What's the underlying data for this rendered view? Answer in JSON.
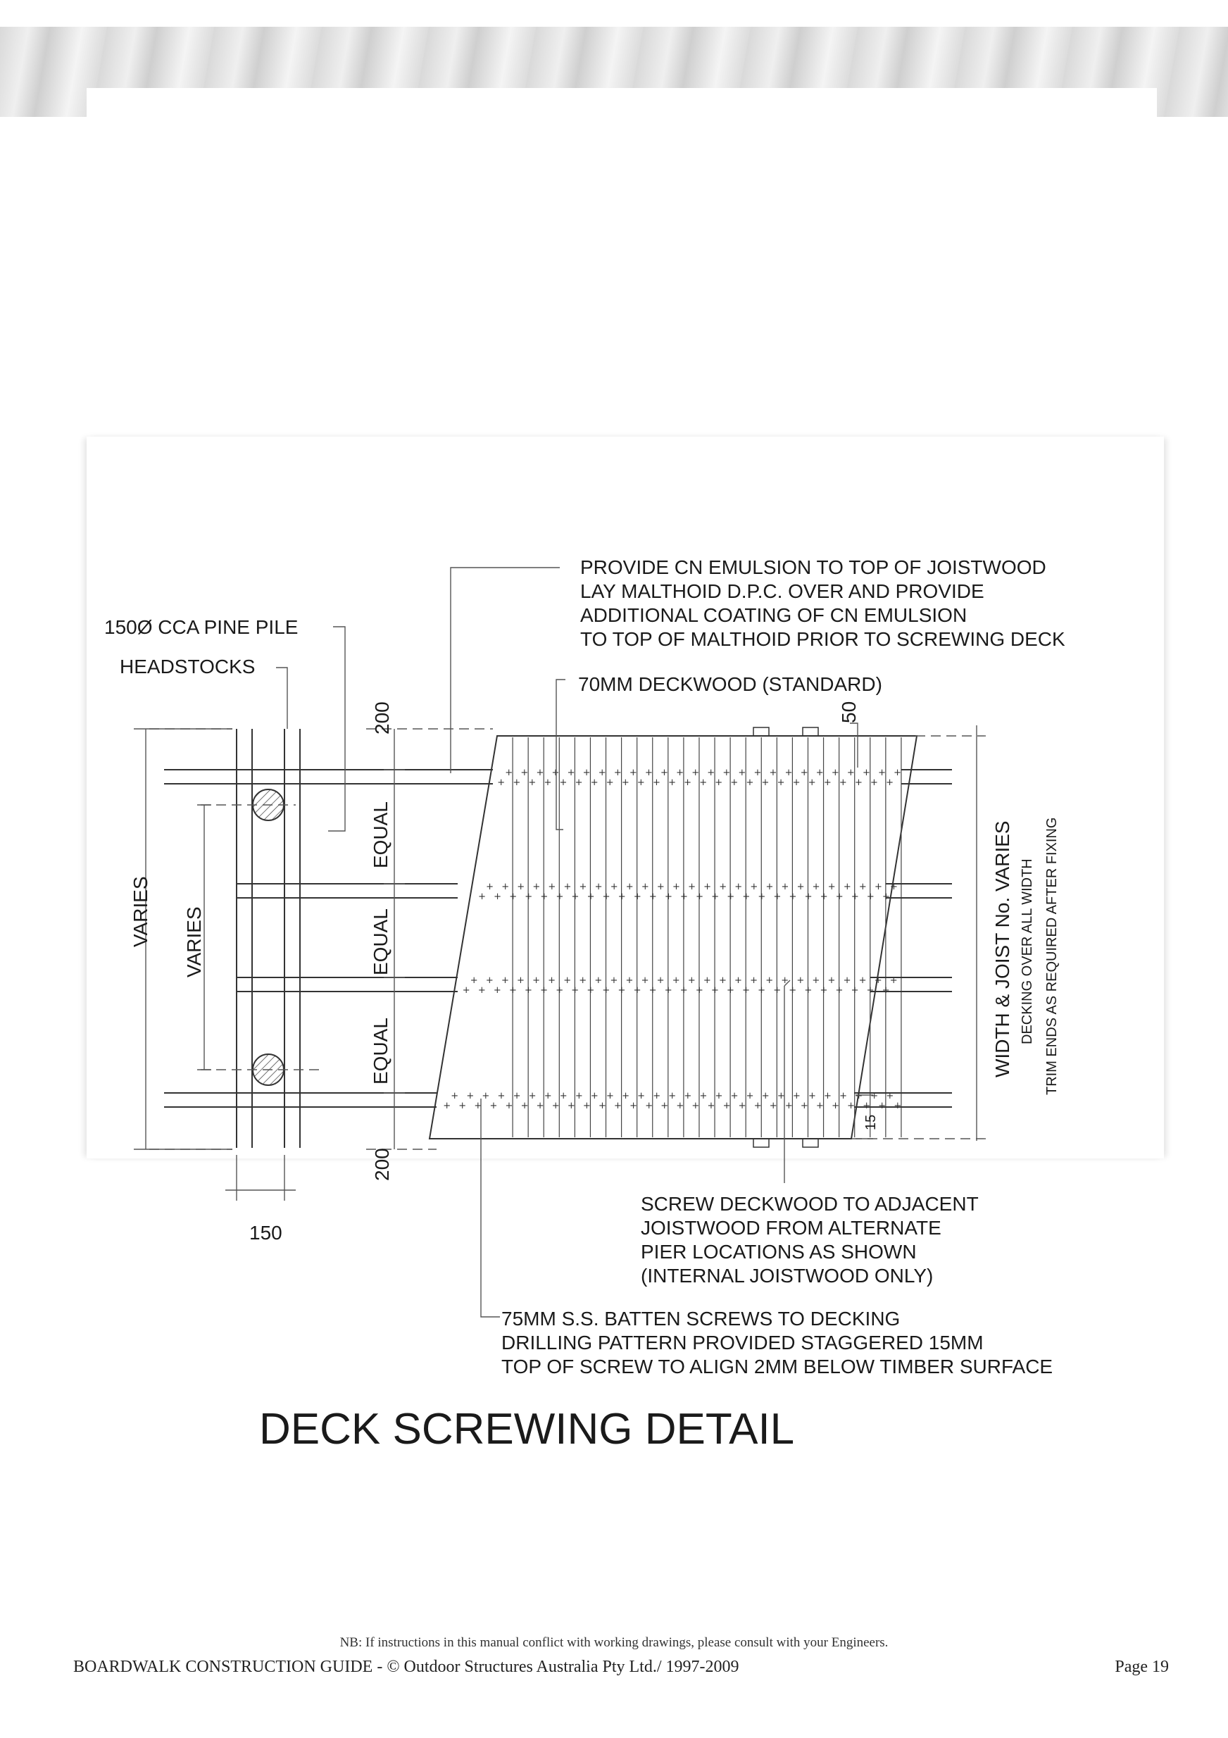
{
  "labels": {
    "pile": "150Ø CCA PINE PILE",
    "headstocks": "HEADSTOCKS",
    "emulsion": [
      "PROVIDE CN EMULSION TO TOP OF JOISTWOOD",
      "LAY MALTHOID D.P.C. OVER AND PROVIDE",
      "ADDITIONAL COATING OF CN EMULSION",
      "TO TOP OF MALTHOID PRIOR TO SCREWING DECK"
    ],
    "deckwood": "70MM DECKWOOD (STANDARD)",
    "screw_note": [
      "SCREW DECKWOOD TO ADJACENT",
      "JOISTWOOD FROM ALTERNATE",
      "PIER LOCATIONS AS SHOWN",
      "(INTERNAL JOISTWOOD ONLY)"
    ],
    "batten_note": [
      "75MM S.S. BATTEN SCREWS TO DECKING",
      "DRILLING PATTERN PROVIDED STAGGERED 15MM",
      "TOP OF SCREW TO ALIGN 2MM BELOW TIMBER SURFACE"
    ],
    "width_main": "WIDTH & JOIST No. VARIES",
    "width_sub1": "DECKING OVER ALL WIDTH",
    "width_sub2": "TRIM ENDS AS REQUIRED AFTER FIXING",
    "varies_outer": "VARIES",
    "varies_inner": "VARIES",
    "equal": "EQUAL",
    "dim_200_top": "200",
    "dim_200_bottom": "200",
    "dim_50": "50",
    "dim_15": "15",
    "dim_150": "150",
    "title": "DECK SCREWING DETAIL"
  },
  "footer": {
    "note": "NB: If instructions in this manual conflict with working drawings, please consult with your Engineers.",
    "left": "BOARDWALK CONSTRUCTION GUIDE - © Outdoor Structures Australia Pty Ltd./ 1997-2009",
    "page": "Page 19"
  }
}
